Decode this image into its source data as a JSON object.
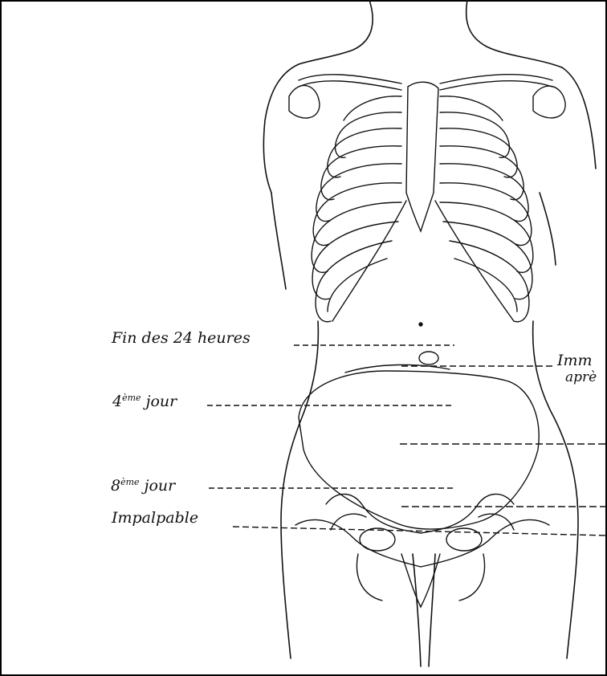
{
  "figure": {
    "labels": {
      "fin_24h": "Fin des 24 heures",
      "jour4_num": "4",
      "jour4_sup": "ème",
      "jour4_word": "jour",
      "jour8_num": "8",
      "jour8_sup": "ème",
      "jour8_word": "jour",
      "impalpable": "Impalpable",
      "imm_line1": "Imm",
      "imm_line2": "aprè"
    },
    "colors": {
      "ink": "#111111",
      "paper": "#ffffff",
      "border": "#000000"
    }
  }
}
